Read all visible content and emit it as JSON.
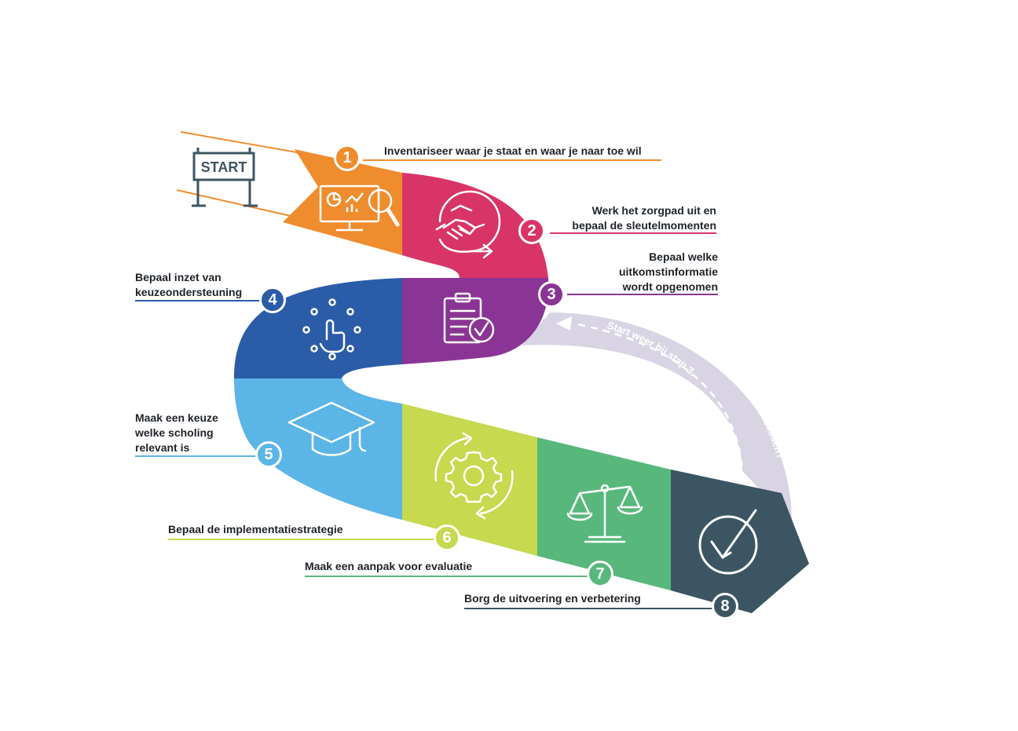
{
  "start_sign": "START",
  "colors": {
    "s1": "#ef8c2e",
    "s2": "#d93468",
    "s3": "#8a3595",
    "s4": "#2b5ca8",
    "s5": "#5bb5e7",
    "s6": "#c6d94f",
    "s7": "#58b87c",
    "s8": "#3c5563",
    "loop": "#d9d4e4",
    "sign": "#3c5563"
  },
  "steps": [
    {
      "num": "1",
      "lines": [
        "Inventariseer waar je staat en waar je naar toe wil"
      ],
      "icon": "monitor-magnifier-icon"
    },
    {
      "num": "2",
      "lines": [
        "Werk het zorgpad uit en",
        "bepaal de sleutelmomenten"
      ],
      "icon": "handshake-cycle-icon"
    },
    {
      "num": "3",
      "lines": [
        "Bepaal welke",
        "uitkomstinformatie",
        "wordt opgenomen"
      ],
      "icon": "clipboard-check-icon"
    },
    {
      "num": "4",
      "lines": [
        "Bepaal inzet van",
        "keuzeondersteuning"
      ],
      "icon": "finger-touch-icon"
    },
    {
      "num": "5",
      "lines": [
        "Maak een keuze",
        "welke scholing",
        "relevant is"
      ],
      "icon": "graduation-cap-icon"
    },
    {
      "num": "6",
      "lines": [
        "Bepaal de implementatiestrategie"
      ],
      "icon": "gear-cycle-icon"
    },
    {
      "num": "7",
      "lines": [
        "Maak een aanpak voor evaluatie"
      ],
      "icon": "balance-scale-icon"
    },
    {
      "num": "8",
      "lines": [
        "Borg de uitvoering en verbetering"
      ],
      "icon": "checkmark-circle-icon"
    }
  ],
  "loop": {
    "question": "Nog meer sleutelmomenten voor samen beslissen?",
    "restart": "Start weer bij stap 3."
  }
}
